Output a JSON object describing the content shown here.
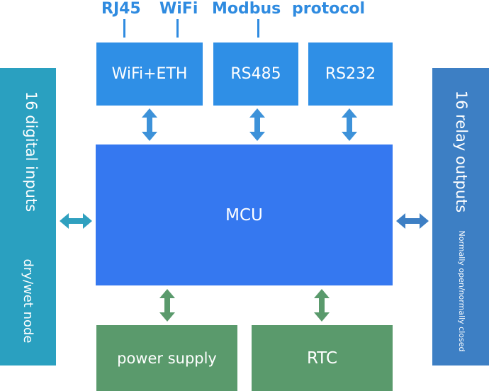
{
  "top_labels": {
    "rj45": "RJ45",
    "wifi": "WiFi",
    "modbus": "Modbus",
    "protocol": "protocol"
  },
  "modules": {
    "wifi_eth": "WiFi+ETH",
    "rs485": "RS485",
    "rs232": "RS232",
    "mcu": "MCU",
    "power_supply": "power supply",
    "rtc": "RTC"
  },
  "left_panel": {
    "title": "16 digital inputs",
    "subtitle": "dry/wet node"
  },
  "right_panel": {
    "title": "16 relay outputs",
    "subtitle": "Normally open/normally closed"
  },
  "colors": {
    "label_blue": "#2f8be0",
    "module_blue": "#2f8fe6",
    "mcu_blue": "#3578f0",
    "left_panel": "#2aa0c0",
    "right_panel": "#3d7fc4",
    "green_box": "#5a9a6c",
    "arrow_blue": "#3d92d9",
    "arrow_teal": "#2fa0bf",
    "arrow_green": "#5a9a6c"
  }
}
